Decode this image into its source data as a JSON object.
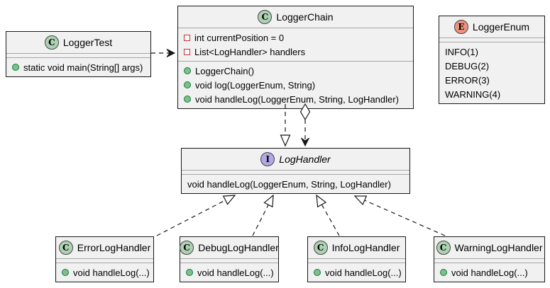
{
  "diagram_type": "uml-class-diagram",
  "colors": {
    "box_fill": "#F1F1F1",
    "box_border": "#181818",
    "compartment_divider": "#A6A6A6",
    "class_spot_fill": "#ADD1B2",
    "enum_spot_fill": "#EB937F",
    "interface_spot_fill": "#B4A7E5",
    "public_method_dot": "#84BE84",
    "private_field_square_border": "#C82930",
    "line_color": "#181818",
    "background": "#FFFFFF"
  },
  "nodes": {
    "logger_test": {
      "kind": "class",
      "letter": "C",
      "title": "LoggerTest",
      "methods": [
        "static void main(String[] args)"
      ]
    },
    "logger_chain": {
      "kind": "class",
      "letter": "C",
      "title": "LoggerChain",
      "fields": [
        "int currentPosition = 0",
        "List<LogHandler> handlers"
      ],
      "methods": [
        "LoggerChain()",
        "void log(LoggerEnum, String)",
        "void handleLog(LoggerEnum, String, LogHandler)"
      ]
    },
    "logger_enum": {
      "kind": "enum",
      "letter": "E",
      "title": "LoggerEnum",
      "values": [
        "INFO(1)",
        "DEBUG(2)",
        "ERROR(3)",
        "WARNING(4)"
      ]
    },
    "log_handler": {
      "kind": "interface",
      "letter": "I",
      "title": "LogHandler",
      "methods": [
        "void handleLog(LoggerEnum, String, LogHandler)"
      ]
    },
    "error_log_handler": {
      "kind": "class",
      "letter": "C",
      "title": "ErrorLogHandler",
      "methods": [
        "void handleLog(...)"
      ]
    },
    "debug_log_handler": {
      "kind": "class",
      "letter": "C",
      "title": "DebugLogHandler",
      "methods": [
        "void handleLog(...)"
      ]
    },
    "info_log_handler": {
      "kind": "class",
      "letter": "C",
      "title": "InfoLogHandler",
      "methods": [
        "void handleLog(...)"
      ]
    },
    "warning_log_handler": {
      "kind": "class",
      "letter": "C",
      "title": "WarningLogHandler",
      "methods": [
        "void handleLog(...)"
      ]
    }
  },
  "relationships": [
    {
      "from": "LoggerTest",
      "to": "LoggerChain",
      "line": "dashed",
      "head": "filled-arrow"
    },
    {
      "from": "LoggerChain",
      "to": "LogHandler",
      "line": "dashed",
      "head": "hollow-triangle"
    },
    {
      "from": "LoggerChain",
      "to": "LogHandler",
      "line": "dashed",
      "head": "filled-arrow",
      "tail": "hollow-diamond"
    },
    {
      "from": "ErrorLogHandler",
      "to": "LogHandler",
      "line": "dashed",
      "head": "hollow-triangle"
    },
    {
      "from": "DebugLogHandler",
      "to": "LogHandler",
      "line": "dashed",
      "head": "hollow-triangle"
    },
    {
      "from": "InfoLogHandler",
      "to": "LogHandler",
      "line": "dashed",
      "head": "hollow-triangle"
    },
    {
      "from": "WarningLogHandler",
      "to": "LogHandler",
      "line": "dashed",
      "head": "hollow-triangle"
    }
  ]
}
